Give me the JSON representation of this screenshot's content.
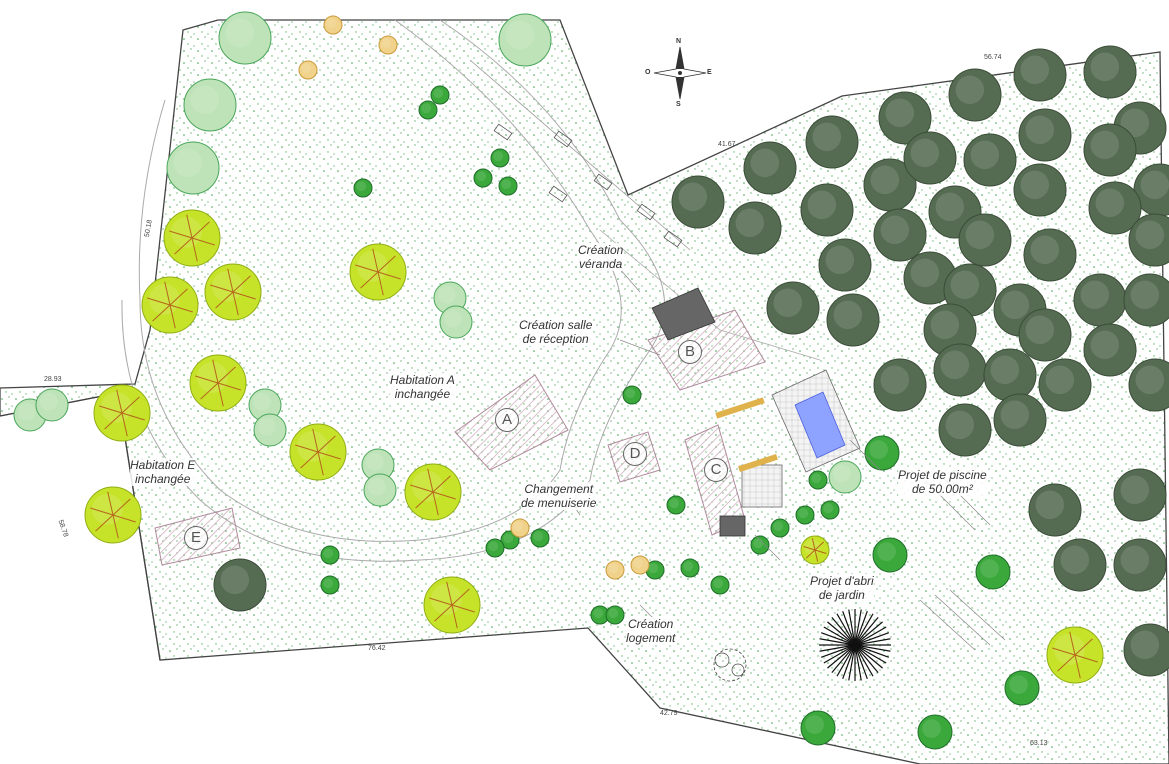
{
  "labels": {
    "creation_veranda": "Création\nvéranda",
    "creation_salle": "Création salle\nde réception",
    "habitation_a": "Habitation A\ninchangée",
    "habitation_e": "Habitation E\ninchangée",
    "changement_menuiserie": "Changement\nde menuiserie",
    "creation_logement": "Création\nlogement",
    "projet_abri": "Projet d'abri\nde jardin",
    "projet_piscine": "Projet de piscine\nde 50.00m²"
  },
  "buildings": {
    "a": "A",
    "b": "B",
    "c": "C",
    "d": "D",
    "e": "E"
  },
  "compass": {
    "n": "N",
    "s": "S",
    "e": "E",
    "o": "O"
  },
  "dimensions": {
    "d1": "56.74",
    "d2": "41.67",
    "d3": "50.18",
    "d4": "28.93",
    "d5": "58.78",
    "d6": "76.42",
    "d7": "42.79",
    "d8": "63.13"
  },
  "colors": {
    "yellow_tree": "#c6e32a",
    "yellow_tree_dark": "#8fae12",
    "dark_tree": "#556b52",
    "pink_tree": "#bfe3b8",
    "green_shrub": "#3aa83a",
    "pool": "#8ea2ff",
    "hatch": "#c9a5b5"
  }
}
